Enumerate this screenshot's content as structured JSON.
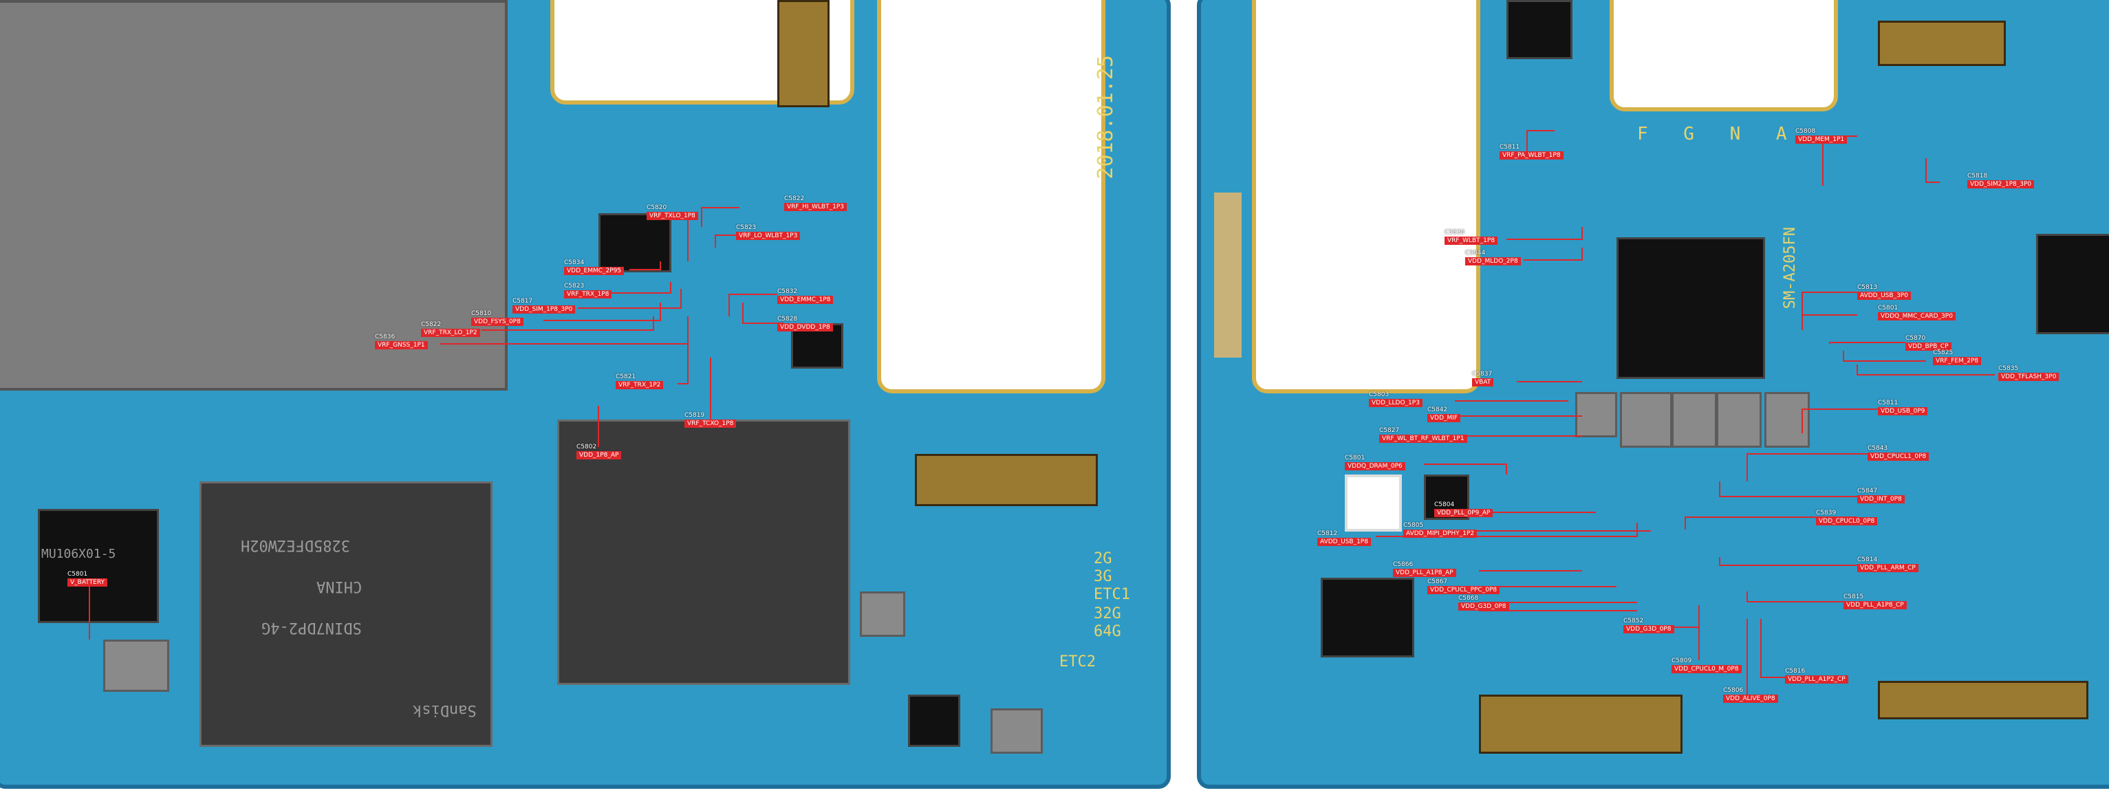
{
  "image": {
    "kind": "pcb-schematic-overlay",
    "wire_color": "#e0262a",
    "board_color": "#2f9ac6"
  },
  "silkscreen": {
    "date": "2018.01.25",
    "letters": "F G N A",
    "codes": [
      "2G",
      "3G",
      "ETC1",
      "32G",
      "64G",
      "ETC2"
    ],
    "chip_texts": [
      "MU106X01-5",
      "3285DFEZW02H",
      "CHINA",
      "SDIN7DP2-4G",
      "SanDisk",
      "SM-A205FN"
    ]
  },
  "labels": [
    {
      "ref": "C5822",
      "net": "VRF_HI_WLBT_1P3"
    },
    {
      "ref": "C5820",
      "net": "VRF_TXLO_1P8"
    },
    {
      "ref": "C5823",
      "net": "VRF_LO_WLBT_1P3"
    },
    {
      "ref": "C5834",
      "net": "VDD_EMMC_2P95"
    },
    {
      "ref": "C5823",
      "net": "VRF_TRX_1P8"
    },
    {
      "ref": "C5817",
      "net": "VDD_SIM_1P8_3P0"
    },
    {
      "ref": "C5810",
      "net": "VDD_FSYS_0P8"
    },
    {
      "ref": "C5822",
      "net": "VRF_TRX_LO_1P2"
    },
    {
      "ref": "C5836",
      "net": "VRF_GNSS_1P1"
    },
    {
      "ref": "C5832",
      "net": "VDD_EMMC_1P8"
    },
    {
      "ref": "C5828",
      "net": "VDD_DVDD_1P8"
    },
    {
      "ref": "C5821",
      "net": "VRF_TRX_1P2"
    },
    {
      "ref": "C5802",
      "net": "VDD_1P8_AP"
    },
    {
      "ref": "C5819",
      "net": "VRF_TCXO_1P8"
    },
    {
      "ref": "C5801",
      "net": "V_BATTERY"
    },
    {
      "ref": "C5811",
      "net": "VRF_PA_WLBT_1P8"
    },
    {
      "ref": "C5808",
      "net": "VDD_MEM_1P1"
    },
    {
      "ref": "C5818",
      "net": "VDD_SIM2_1P8_3P0"
    },
    {
      "ref": "C5830",
      "net": "VRF_WLBT_1P8"
    },
    {
      "ref": "C5844",
      "net": "VDD_MLDO_2P8"
    },
    {
      "ref": "C5813",
      "net": "AVDD_USB_3P0"
    },
    {
      "ref": "C5801",
      "net": "VDDQ_MMC_CARD_3P0"
    },
    {
      "ref": "C5870",
      "net": "VDD_BPB_CP"
    },
    {
      "ref": "C5825",
      "net": "VRF_FEM_2P8"
    },
    {
      "ref": "C5835",
      "net": "VDD_TFLASH_3P0"
    },
    {
      "ref": "C5837",
      "net": "VBAT"
    },
    {
      "ref": "C5803",
      "net": "VDD_LLDO_1P3"
    },
    {
      "ref": "C5842",
      "net": "VDD_MIF"
    },
    {
      "ref": "C5827",
      "net": "VRF_WL_BT_RF_WLBT_1P1"
    },
    {
      "ref": "C5811",
      "net": "VDD_USB_0P9"
    },
    {
      "ref": "C5843",
      "net": "VDD_CPUCL1_0P8"
    },
    {
      "ref": "C5801",
      "net": "VDDQ_DRAM_0P6"
    },
    {
      "ref": "C5804",
      "net": "VDD_PLL_0P9_AP"
    },
    {
      "ref": "C5847",
      "net": "VDD_INT_0P8"
    },
    {
      "ref": "C5812",
      "net": "AVDD_USB_1P8"
    },
    {
      "ref": "C5805",
      "net": "AVDD_MIPI_DPHY_1P2"
    },
    {
      "ref": "C5839",
      "net": "VDD_CPUCL0_0P8"
    },
    {
      "ref": "C5814",
      "net": "VDD_PLL_ARM_CP"
    },
    {
      "ref": "C5866",
      "net": "VDD_PLL_A1P8_AP"
    },
    {
      "ref": "C5867",
      "net": "VDD_CPUCL_PPC_0P8"
    },
    {
      "ref": "C5868",
      "net": "VDD_G3D_0P8"
    },
    {
      "ref": "C5815",
      "net": "VDD_PLL_A1P8_CP"
    },
    {
      "ref": "C5852",
      "net": "VDD_G3D_0P8"
    },
    {
      "ref": "C5809",
      "net": "VDD_CPUCL0_M_0P8"
    },
    {
      "ref": "C5816",
      "net": "VDD_PLL_A1P2_CP"
    },
    {
      "ref": "C5806",
      "net": "VDD_ALIVE_0P8"
    }
  ]
}
